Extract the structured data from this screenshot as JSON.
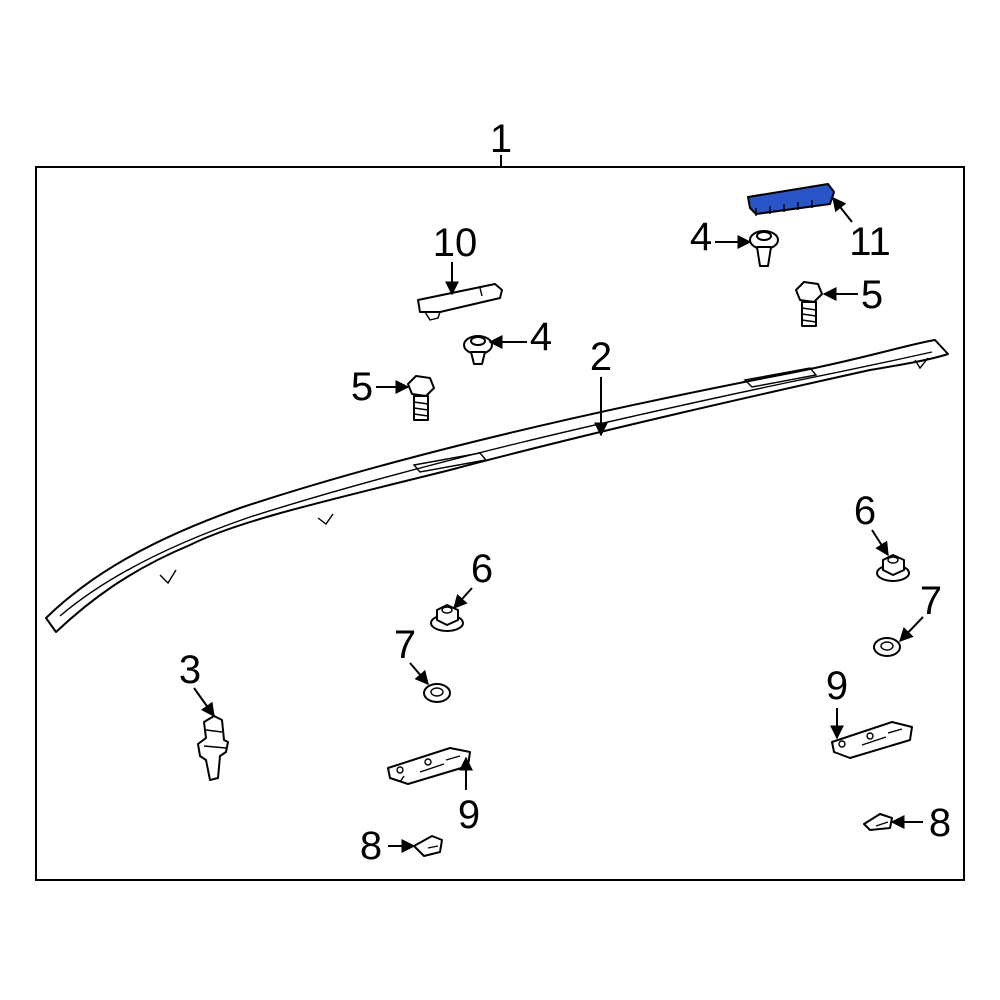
{
  "diagram": {
    "colors": {
      "line": "#000000",
      "background": "#ffffff",
      "highlight": "#2a55c8"
    },
    "callouts": [
      {
        "id": "c1",
        "label": "1"
      },
      {
        "id": "c2",
        "label": "2"
      },
      {
        "id": "c3",
        "label": "3"
      },
      {
        "id": "c4a",
        "label": "4"
      },
      {
        "id": "c4b",
        "label": "4"
      },
      {
        "id": "c5a",
        "label": "5"
      },
      {
        "id": "c5b",
        "label": "5"
      },
      {
        "id": "c6a",
        "label": "6"
      },
      {
        "id": "c6b",
        "label": "6"
      },
      {
        "id": "c7a",
        "label": "7"
      },
      {
        "id": "c7b",
        "label": "7"
      },
      {
        "id": "c8a",
        "label": "8"
      },
      {
        "id": "c8b",
        "label": "8"
      },
      {
        "id": "c9a",
        "label": "9"
      },
      {
        "id": "c9b",
        "label": "9"
      },
      {
        "id": "c10",
        "label": "10"
      },
      {
        "id": "c11",
        "label": "11"
      }
    ],
    "highlighted_part": "11"
  }
}
